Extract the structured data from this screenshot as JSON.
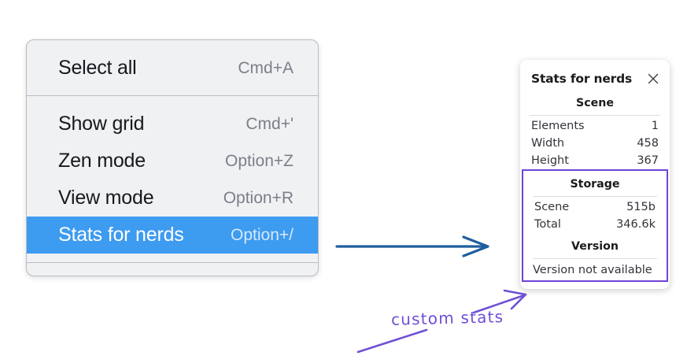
{
  "colors": {
    "menu_background": "#f0f1f3",
    "menu_border": "#b9bdc4",
    "menu_highlight": "#3d9bf0",
    "annotation_purple": "#6f4fd6",
    "annotation_blue": "#1f5f9e",
    "highlight_box_border": "#6f45d6"
  },
  "context_menu": {
    "sections": [
      {
        "items": [
          {
            "label": "Select all",
            "shortcut": "Cmd+A",
            "selected": false
          }
        ]
      },
      {
        "items": [
          {
            "label": "Show grid",
            "shortcut": "Cmd+'",
            "selected": false
          },
          {
            "label": "Zen mode",
            "shortcut": "Option+Z",
            "selected": false
          },
          {
            "label": "View mode",
            "shortcut": "Option+R",
            "selected": false
          },
          {
            "label": "Stats for nerds",
            "shortcut": "Option+/",
            "selected": true
          }
        ]
      }
    ]
  },
  "stats_panel": {
    "title": "Stats for nerds",
    "close_icon": "close-icon",
    "scene": {
      "heading": "Scene",
      "rows": [
        {
          "key": "Elements",
          "value": "1"
        },
        {
          "key": "Width",
          "value": "458"
        },
        {
          "key": "Height",
          "value": "367"
        }
      ]
    },
    "storage": {
      "heading": "Storage",
      "rows": [
        {
          "key": "Scene",
          "value": "515b"
        },
        {
          "key": "Total",
          "value": "346.6k"
        }
      ]
    },
    "version": {
      "heading": "Version",
      "note": "Version not available"
    }
  },
  "annotations": {
    "custom_stats_label": "custom stats"
  }
}
